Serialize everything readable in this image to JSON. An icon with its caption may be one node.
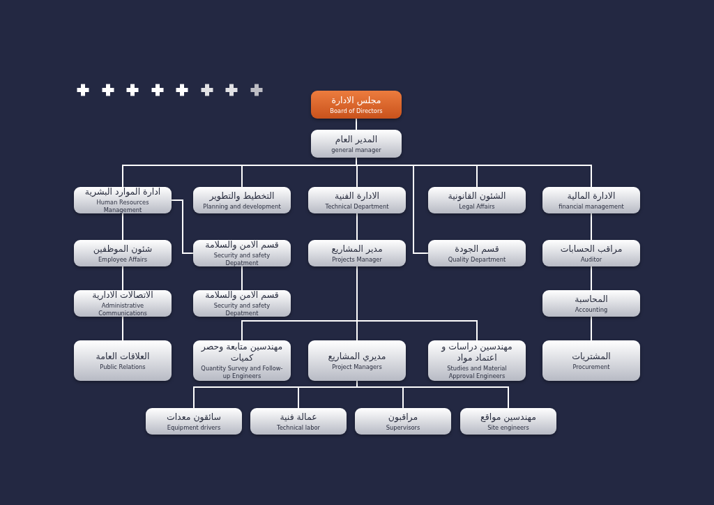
{
  "diagram": {
    "nodes": [
      {
        "text": [
          "مجلس الادارة",
          "Board of Directors"
        ]
      },
      {
        "text": [
          "المدير العام",
          "general manager"
        ]
      },
      {
        "text": [
          "ادارة الموارد البشرية",
          "Human Resources Management"
        ]
      },
      {
        "text": [
          "التخطيط والتطوير",
          "Planning and development"
        ]
      },
      {
        "text": [
          "الادارة الفنية",
          "Technical Department"
        ]
      },
      {
        "text": [
          "الشئون القانونية",
          "Legal Affairs"
        ]
      },
      {
        "text": [
          "الادارة المالية",
          "financial management"
        ]
      },
      {
        "text": [
          "شئون الموظفين",
          "Employee Affairs"
        ]
      },
      {
        "text": [
          "قسم الامن والسلامة",
          "Security and safety Depatment"
        ]
      },
      {
        "text": [
          "مدير المشاريع",
          "Projects Manager"
        ]
      },
      {
        "text": [
          "قسم الجودة",
          "Quality Department"
        ]
      },
      {
        "text": [
          "مراقب الحسابات",
          "Auditor"
        ]
      },
      {
        "text": [
          "الاتصالات الادارية",
          "Administrative Communications"
        ]
      },
      {
        "text": [
          "قسم الامن والسلامة",
          "Security and safety Depatment"
        ]
      },
      {
        "text": [
          "المحاسبة",
          "Accounting"
        ]
      },
      {
        "text": [
          "العلاقات العامة",
          "Public Relations"
        ]
      },
      {
        "text": [
          "مهندسين متابعة وحصر كميات",
          "Quantity Survey and Follow-up Engineers"
        ]
      },
      {
        "text": [
          "مديري المشاريع",
          "Project Managers"
        ]
      },
      {
        "text": [
          "مهندسين دراسات و اعتماد مواد",
          "Studies and Material Approval Engineers"
        ]
      },
      {
        "text": [
          "المشتريات",
          "Procurement"
        ]
      },
      {
        "text": [
          "سائقون معدات",
          "Equipment drivers"
        ]
      },
      {
        "text": [
          "عمالة فنية",
          "Technical labor"
        ]
      },
      {
        "text": [
          "مراقبون",
          "Supervisors"
        ]
      },
      {
        "text": [
          "مهندسين مواقع",
          "Site engineers"
        ]
      }
    ],
    "edges": [
      {
        "from": 0,
        "to": 1,
        "arrow": "none"
      },
      {
        "from": 1,
        "to": 2,
        "arrow": "none"
      },
      {
        "from": 1,
        "to": 3,
        "arrow": "none"
      },
      {
        "from": 1,
        "to": 4,
        "arrow": "none"
      },
      {
        "from": 1,
        "to": 5,
        "arrow": "none"
      },
      {
        "from": 1,
        "to": 6,
        "arrow": "none"
      },
      {
        "from": 1,
        "to": 10,
        "arrow": "none"
      },
      {
        "from": 2,
        "to": 7,
        "arrow": "none"
      },
      {
        "from": 2,
        "to": 8,
        "arrow": "none"
      },
      {
        "from": 4,
        "to": 9,
        "arrow": "none"
      },
      {
        "from": 6,
        "to": 11,
        "arrow": "none"
      },
      {
        "from": 7,
        "to": 12,
        "arrow": "none"
      },
      {
        "from": 8,
        "to": 13,
        "arrow": "none"
      },
      {
        "from": 11,
        "to": 14,
        "arrow": "none"
      },
      {
        "from": 12,
        "to": 15,
        "arrow": "none"
      },
      {
        "from": 14,
        "to": 19,
        "arrow": "none"
      },
      {
        "from": 9,
        "to": 16,
        "arrow": "none"
      },
      {
        "from": 9,
        "to": 17,
        "arrow": "none"
      },
      {
        "from": 9,
        "to": 18,
        "arrow": "none"
      },
      {
        "from": 17,
        "to": 20,
        "arrow": "none"
      },
      {
        "from": 17,
        "to": 21,
        "arrow": "none"
      },
      {
        "from": 17,
        "to": 22,
        "arrow": "none"
      },
      {
        "from": 17,
        "to": 23,
        "arrow": "none"
      }
    ]
  }
}
